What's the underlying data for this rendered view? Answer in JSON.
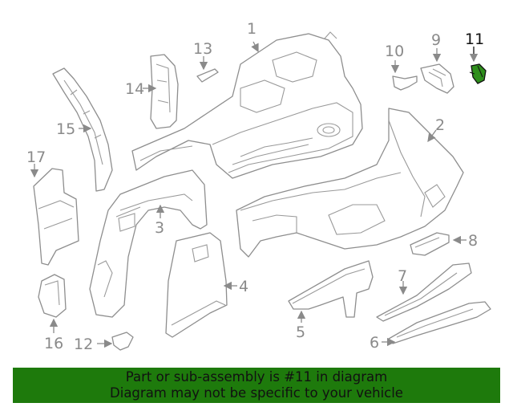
{
  "callouts": {
    "c1": "1",
    "c2": "2",
    "c3": "3",
    "c4": "4",
    "c5": "5",
    "c6": "6",
    "c7": "7",
    "c8": "8",
    "c9": "9",
    "c10": "10",
    "c11": "11",
    "c12": "12",
    "c13": "13",
    "c14": "14",
    "c15": "15",
    "c16": "16",
    "c17": "17"
  },
  "highlighted_part": "11",
  "colors": {
    "highlight": "#2f8f1c",
    "banner": "#1e7a0c",
    "line": "#8e8e8e"
  },
  "banner": {
    "line1": "Part or sub-assembly is #11 in diagram",
    "line2": "Diagram may not be specific to your vehicle"
  }
}
